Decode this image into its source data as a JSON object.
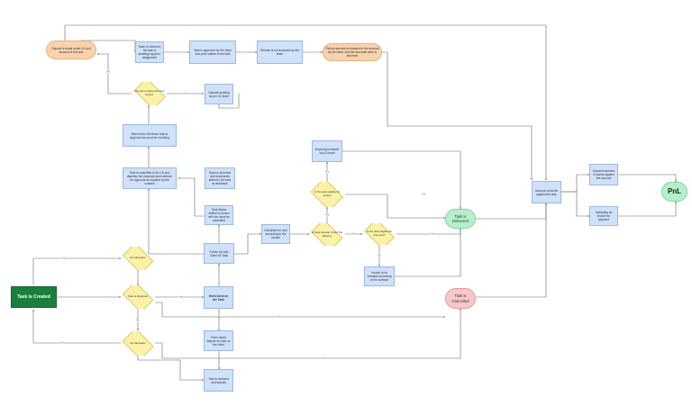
{
  "nodes": [
    {
      "id": "start",
      "label": "Task is Created"
    },
    {
      "id": "d_assigned",
      "label": "Task is Assigned"
    },
    {
      "id": "d_no_allocation_top",
      "label": "No Allocation"
    },
    {
      "id": "d_no_allocation_bottom",
      "label": "No Allocation"
    },
    {
      "id": "work_on_task",
      "label": "Work Done on the Task"
    },
    {
      "id": "raise_dispute",
      "label": "Team raises dispute for task on the client"
    },
    {
      "id": "resolved_dispute",
      "label": "Task is resolved and deposit"
    },
    {
      "id": "follow_up",
      "label": "Follow Up with Client for Task"
    },
    {
      "id": "task_done_review",
      "label": "Task Status shifted to review with the client as submitted"
    },
    {
      "id": "review_history",
      "label": "Team is informed and documents added to the task as feedback"
    },
    {
      "id": "approve_pending",
      "label": "Task is submitted to the LD and attaches the proposal and evidence for approval as required by the contract"
    },
    {
      "id": "mail_to_team",
      "label": "Mail sent to the team: task is approved as proof for invoicing"
    },
    {
      "id": "deposit_decision",
      "label": "Deposit is approved and closed"
    },
    {
      "id": "deposit_pending",
      "label": "Deposit pending as per LD team"
    },
    {
      "id": "no_accept",
      "label": "Remark is not accepted by the team"
    },
    {
      "id": "d_top",
      "label": "Deposit processed via LD team"
    },
    {
      "id": "review_info",
      "label": "Team is informed; the task is awaiting support / assignment"
    },
    {
      "id": "proof_approved",
      "label": "Task is approved by the client and proof added to the task"
    },
    {
      "id": "top_orange_left",
      "label": "Deposit is made under LD and account of the task"
    },
    {
      "id": "top_orange_right",
      "label": "Refund amount is released to the account by the client; and the accounts team is informed"
    },
    {
      "id": "d_pre_delivery",
      "label": "Is Task Already Under the Delivery"
    },
    {
      "id": "d_review",
      "label": "Is the task eligible for review"
    },
    {
      "id": "d_confirm",
      "label": "Is the task eligible for payment?"
    },
    {
      "id": "calculate",
      "label": "Calculate the cost according to the invoice"
    },
    {
      "id": "invoice_pending",
      "label": "Invoice to be released according to the contract"
    },
    {
      "id": "task_delivered",
      "label": "Task is Delivered"
    },
    {
      "id": "task_cancelled",
      "label": "Task is Cancelled"
    },
    {
      "id": "account_reconcile",
      "label": "Account reconcile against the task"
    },
    {
      "id": "upload_expenses",
      "label": "Upload expenses & assets against the account"
    },
    {
      "id": "upload_invoice",
      "label": "Uploading an invoice for payment"
    },
    {
      "id": "pnl",
      "label": "PnL"
    }
  ],
  "edge_labels": [
    "Yes",
    "No",
    "Yes",
    "No",
    "Yes",
    "No",
    "No",
    "Yes",
    "Yes",
    "No",
    "Yes",
    "No",
    "Yes",
    "No"
  ],
  "colors": {
    "process": "#cfe1fb",
    "decision": "#fbf2a8",
    "external": "#f8d2ad",
    "start": "#1a7e3c",
    "delivered": "#b6efcb",
    "cancelled": "#f9c7c7",
    "edge": "#555555"
  }
}
